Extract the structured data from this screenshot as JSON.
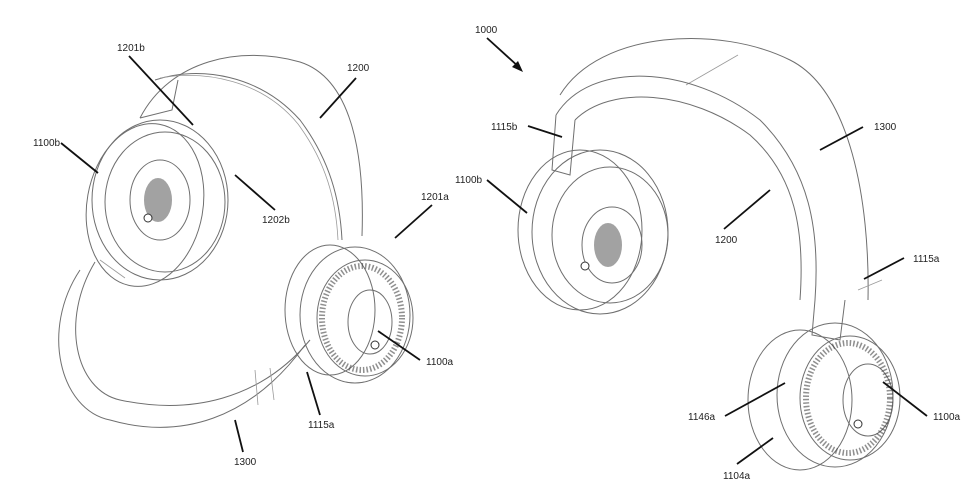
{
  "figure": {
    "title": "Headphone patent drawing — two perspective views",
    "views": [
      {
        "id": "left-view",
        "labels": [
          {
            "key": "l1201b",
            "text": "1201b"
          },
          {
            "key": "l1200",
            "text": "1200"
          },
          {
            "key": "l1100b",
            "text": "1100b"
          },
          {
            "key": "l1202b",
            "text": "1202b"
          },
          {
            "key": "l1201a",
            "text": "1201a"
          },
          {
            "key": "l1100a",
            "text": "1100a"
          },
          {
            "key": "l1115a",
            "text": "1115a"
          },
          {
            "key": "l1300",
            "text": "1300"
          }
        ]
      },
      {
        "id": "right-view",
        "labels": [
          {
            "key": "r1000",
            "text": "1000"
          },
          {
            "key": "r1115b",
            "text": "1115b"
          },
          {
            "key": "r1300",
            "text": "1300"
          },
          {
            "key": "r1100b",
            "text": "1100b"
          },
          {
            "key": "r1200",
            "text": "1200"
          },
          {
            "key": "r1115a",
            "text": "1115a"
          },
          {
            "key": "r1146a",
            "text": "1146a"
          },
          {
            "key": "r1100a",
            "text": "1100a"
          },
          {
            "key": "r1104a",
            "text": "1104a"
          }
        ]
      }
    ]
  },
  "labels": {
    "l1201b": "1201b",
    "l1200": "1200",
    "l1100b": "1100b",
    "l1202b": "1202b",
    "l1201a": "1201a",
    "l1100a": "1100a",
    "l1115a": "1115a",
    "l1300": "1300",
    "r1000": "1000",
    "r1115b": "1115b",
    "r1300": "1300",
    "r1100b": "1100b",
    "r1200": "1200",
    "r1115a": "1115a",
    "r1146a": "1146a",
    "r1100a": "1100a",
    "r1104a": "1104a"
  }
}
